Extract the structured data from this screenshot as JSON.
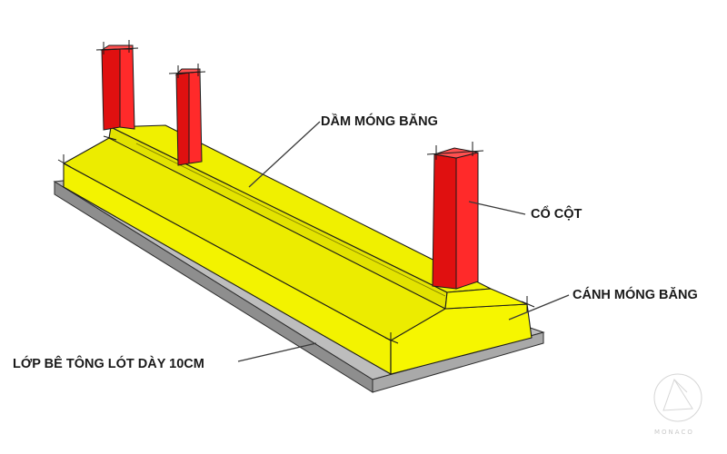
{
  "labels": {
    "beam": "DẦM MÓNG BĂNG",
    "column": "CỔ CỘT",
    "wing": "CÁNH MÓNG BĂNG",
    "lean_layer": "LỚP BÊ TÔNG LÓT DÀY 10CM"
  },
  "watermark": {
    "text": "MONACO",
    "icon": "monaco-logo-icon"
  },
  "colors": {
    "footing_yellow": "#f2f200",
    "column_red": "#ee1111",
    "lean_gray": "#a0a0a0",
    "outline": "#1a1a1a"
  }
}
